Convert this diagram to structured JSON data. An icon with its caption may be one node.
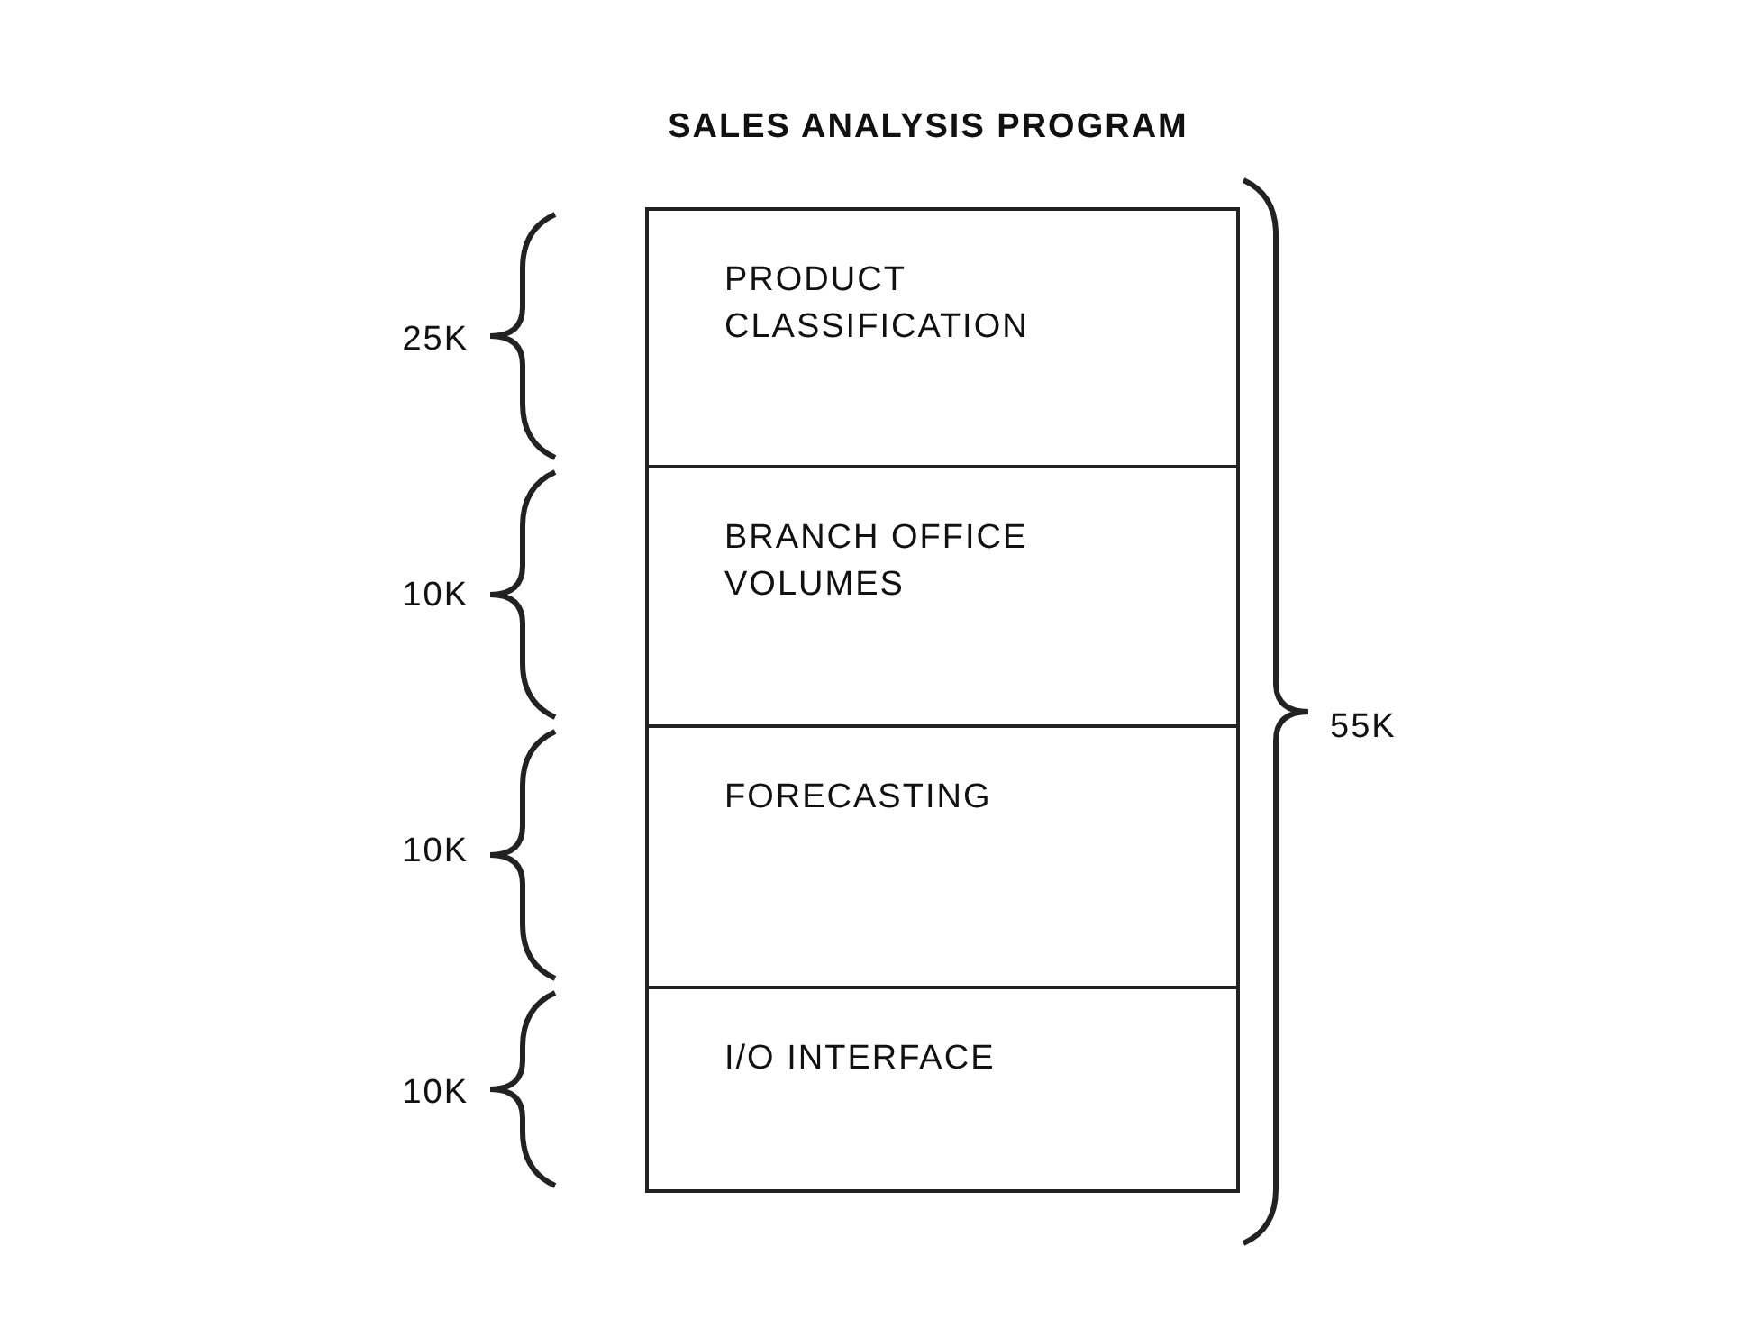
{
  "diagram": {
    "title": "SALES ANALYSIS PROGRAM",
    "nodes": [
      {
        "text": [
          "PRODUCT CLASSIFICATION"
        ]
      },
      {
        "text": [
          "BRANCH OFFICE VOLUMES"
        ]
      },
      {
        "text": [
          "FORECASTING"
        ]
      },
      {
        "text": [
          "I/O INTERFACE"
        ]
      }
    ],
    "edges": [],
    "labels": [
      "25K",
      "10K",
      "55K",
      "10K",
      "10K"
    ]
  }
}
